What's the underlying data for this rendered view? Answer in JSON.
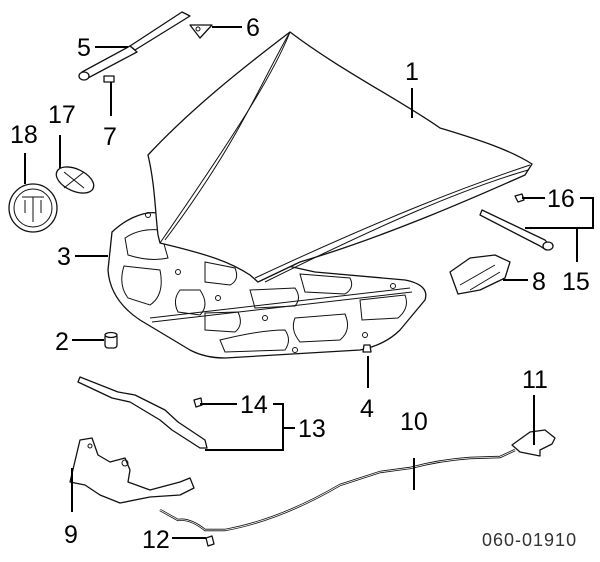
{
  "diagram": {
    "title": "Hood and related parts",
    "drawing_code": "060-01910",
    "callouts": [
      {
        "id": "1",
        "label": "1",
        "part": "hood-panel"
      },
      {
        "id": "2",
        "label": "2",
        "part": "bumper-stopper"
      },
      {
        "id": "3",
        "label": "3",
        "part": "hood-insulator"
      },
      {
        "id": "4",
        "label": "4",
        "part": "insulator-clip"
      },
      {
        "id": "5",
        "label": "5",
        "part": "hood-lift-support"
      },
      {
        "id": "6",
        "label": "6",
        "part": "support-bracket"
      },
      {
        "id": "7",
        "label": "7",
        "part": "support-bolt"
      },
      {
        "id": "8",
        "label": "8",
        "part": "hood-latch"
      },
      {
        "id": "9",
        "label": "9",
        "part": "hood-hinge"
      },
      {
        "id": "10",
        "label": "10",
        "part": "release-cable"
      },
      {
        "id": "11",
        "label": "11",
        "part": "release-handle"
      },
      {
        "id": "12",
        "label": "12",
        "part": "cable-clip"
      },
      {
        "id": "13",
        "label": "13",
        "part": "weatherstrip-assembly"
      },
      {
        "id": "14",
        "label": "14",
        "part": "weatherstrip-clip"
      },
      {
        "id": "15",
        "label": "15",
        "part": "hood-rod-assembly"
      },
      {
        "id": "16",
        "label": "16",
        "part": "rod-grommet"
      },
      {
        "id": "17",
        "label": "17",
        "part": "emblem"
      },
      {
        "id": "18",
        "label": "18",
        "part": "ornament-badge"
      }
    ]
  }
}
